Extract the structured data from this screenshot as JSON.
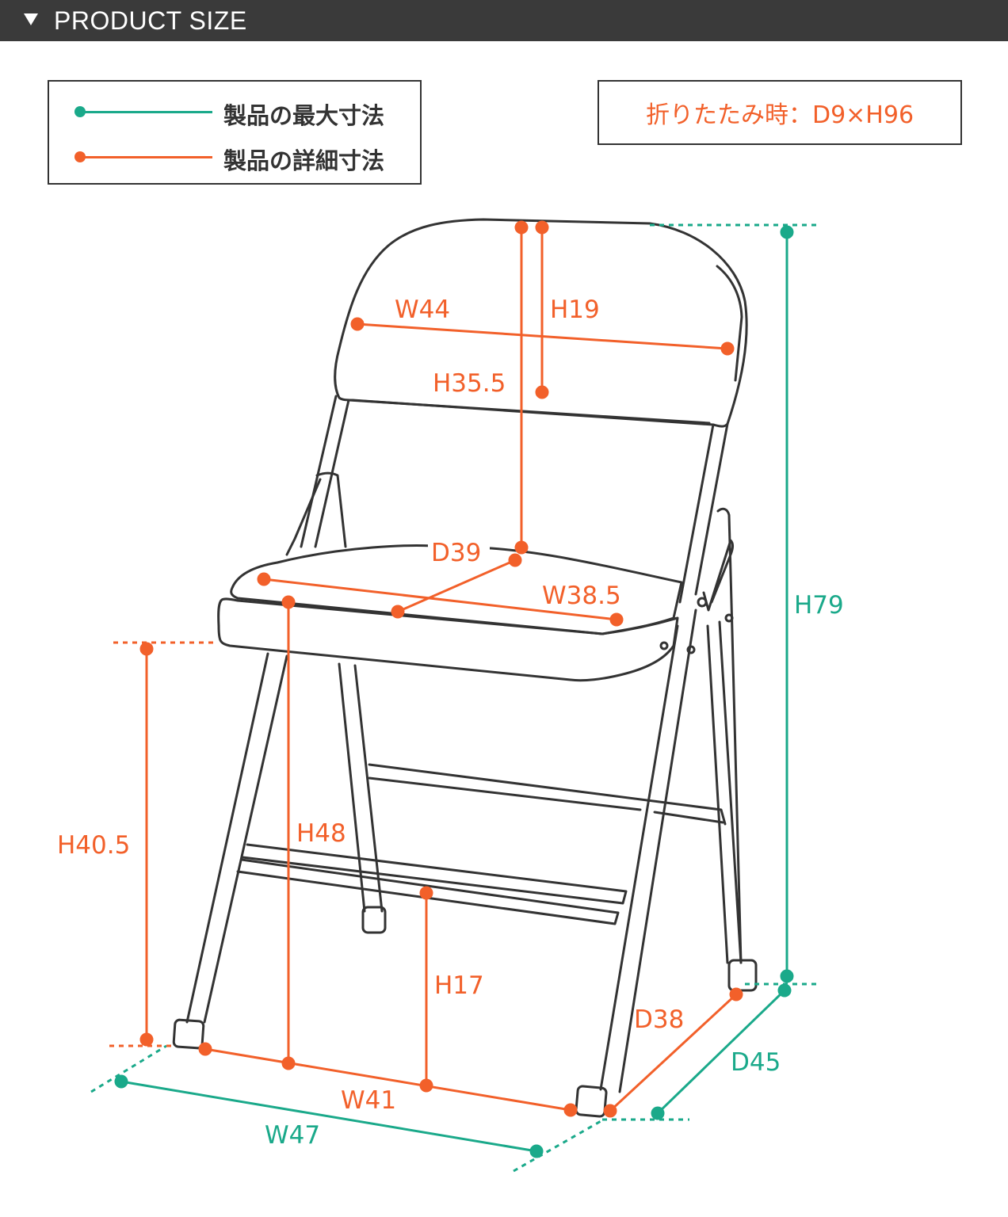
{
  "header": {
    "title": "PRODUCT SIZE"
  },
  "colors": {
    "max": "#1aa98a",
    "detail": "#f2602a",
    "outline": "#333333",
    "header_bg": "#3a3a3a"
  },
  "legend": {
    "max_label": "製品の最大寸法",
    "detail_label": "製品の詳細寸法"
  },
  "folded": {
    "label": "折りたたみ時：D9×H96"
  },
  "dimensions": {
    "backrest_width": "W44",
    "backrest_height": "H19",
    "back_height": "H35.5",
    "seat_depth": "D39",
    "seat_width": "W38.5",
    "total_height": "H79",
    "seat_height": "H40.5",
    "height_48": "H48",
    "rail_height": "H17",
    "inner_depth": "D38",
    "total_depth": "D45",
    "inner_width": "W41",
    "total_width": "W47"
  }
}
